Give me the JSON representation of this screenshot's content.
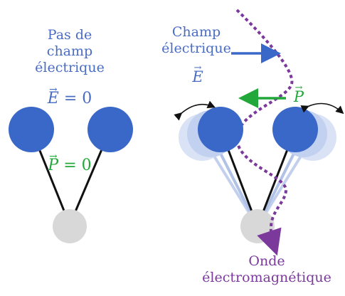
{
  "left": {
    "no_field_line1": "Pas de",
    "no_field_line2": "champ",
    "no_field_line3": "électrique",
    "field_symbol": "E",
    "field_equals": "= 0",
    "polarization_symbol": "P",
    "polarization_equals": "= 0"
  },
  "right": {
    "field_line1": "Champ",
    "field_line2": "électrique",
    "field_symbol": "E",
    "polarization_symbol": "P",
    "wave_line1": "Onde",
    "wave_line2": "électromagnétique"
  },
  "colors": {
    "atom_blue": "#3a68c8",
    "atom_gray": "#d8d8d8",
    "text_blue": "#4a6cc4",
    "wave_purple": "#7b3a9b",
    "arrow_green": "#22a83a"
  }
}
